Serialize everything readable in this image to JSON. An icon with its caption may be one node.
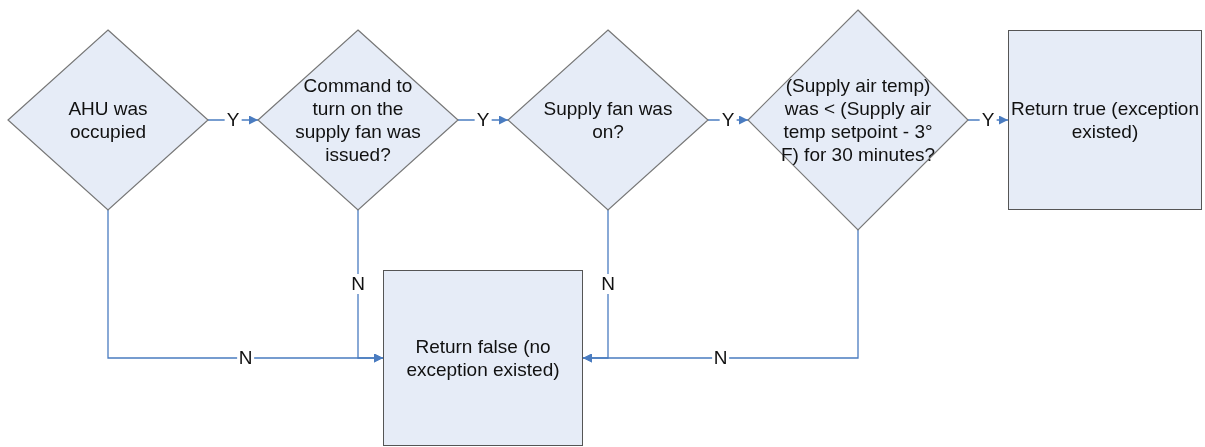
{
  "diagram": {
    "nodes": [
      {
        "text": [
          "AHU was occupied"
        ]
      },
      {
        "text": [
          "Command to turn on the supply fan was issued?"
        ]
      },
      {
        "text": [
          "Supply fan was on?"
        ]
      },
      {
        "text": [
          "(Supply air temp) was < (Supply air temp setpoint - 3° F) for 30 minutes?"
        ]
      },
      {
        "text": [
          "Return true (exception existed)"
        ]
      },
      {
        "text": [
          "Return false (no exception existed)"
        ]
      }
    ],
    "edges": [
      {
        "from": 0,
        "to": 1,
        "arrow": "to",
        "label": "Y"
      },
      {
        "from": 1,
        "to": 2,
        "arrow": "to",
        "label": "Y"
      },
      {
        "from": 2,
        "to": 3,
        "arrow": "to",
        "label": "Y"
      },
      {
        "from": 3,
        "to": 4,
        "arrow": "to",
        "label": "Y"
      },
      {
        "from": 0,
        "to": 5,
        "arrow": "to",
        "label": "N"
      },
      {
        "from": 1,
        "to": 5,
        "arrow": "to",
        "label": "N"
      },
      {
        "from": 2,
        "to": 5,
        "arrow": "to",
        "label": "N"
      },
      {
        "from": 3,
        "to": 5,
        "arrow": "to",
        "label": "N"
      }
    ]
  }
}
